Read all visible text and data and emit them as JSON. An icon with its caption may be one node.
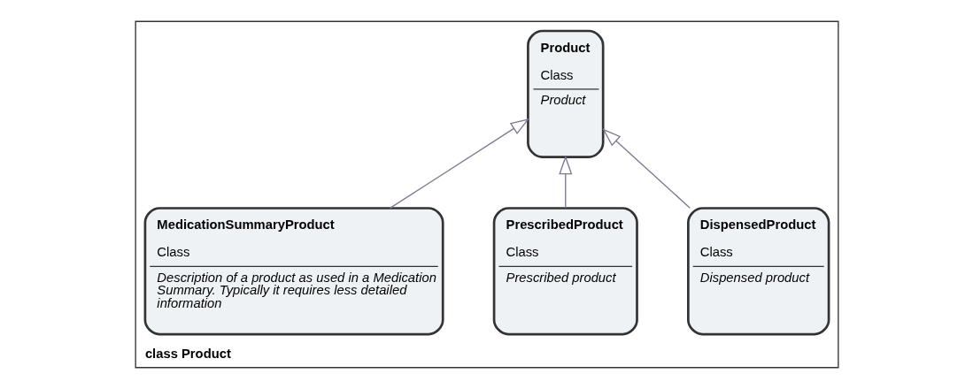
{
  "diagram": {
    "nodes": [
      {
        "text": [
          "class Product"
        ]
      },
      {
        "text": [
          "Product",
          "Class",
          "Product"
        ],
        "in": 0
      },
      {
        "text": [
          "DispensedProduct",
          "Class",
          "Dispensed product"
        ],
        "in": 0
      },
      {
        "text": [
          "PrescribedProduct",
          "Class",
          "Prescribed product"
        ],
        "in": 0
      },
      {
        "text": [
          "MedicationSummaryProduct",
          "Class",
          "Description of a product as used in a Medication Summary. Typically it requires less detailed information"
        ],
        "in": 0
      }
    ],
    "edges": [
      {
        "from": 2,
        "to": 1,
        "arrow": "to"
      },
      {
        "from": 3,
        "to": 1,
        "arrow": "to"
      },
      {
        "from": 4,
        "to": 1,
        "arrow": "to"
      }
    ]
  }
}
